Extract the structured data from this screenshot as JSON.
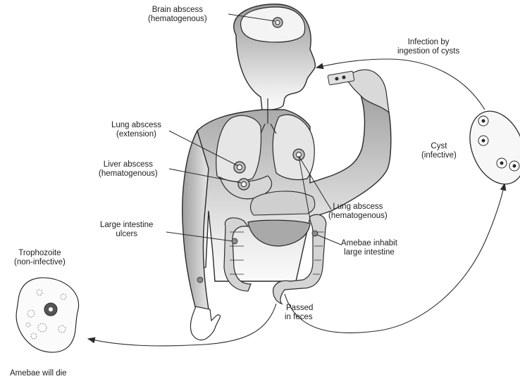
{
  "labels": {
    "brain_abscess_1": "Brain abscess",
    "brain_abscess_2": "(hematogenous)",
    "infection_1": "Infection by",
    "infection_2": "ingestion of cysts",
    "lung_ext_1": "Lung abscess",
    "lung_ext_2": "(extension)",
    "liver_1": "Liver abscess",
    "liver_2": "(hematogenous)",
    "cyst_1": "Cyst",
    "cyst_2": "(infective)",
    "large_int_1": "Large intestine",
    "large_int_2": "ulcers",
    "lung_hem_1": "Lung abscess",
    "lung_hem_2": "(hematogenous)",
    "amebae_inhabit_1": "Amebae inhabit",
    "amebae_inhabit_2": "large intestine",
    "tropho_1": "Trophozoite",
    "tropho_2": "(non-infective)",
    "passed_1": "Passed",
    "passed_2": "in feces",
    "amebae_die": "Amebae will die"
  },
  "colors": {
    "outline": "#2a2a2a",
    "body_light": "#f2f2f2",
    "body_dark": "#9a9a9a",
    "organ": "#dcdcdc",
    "stomach": "#a8a8a8"
  }
}
